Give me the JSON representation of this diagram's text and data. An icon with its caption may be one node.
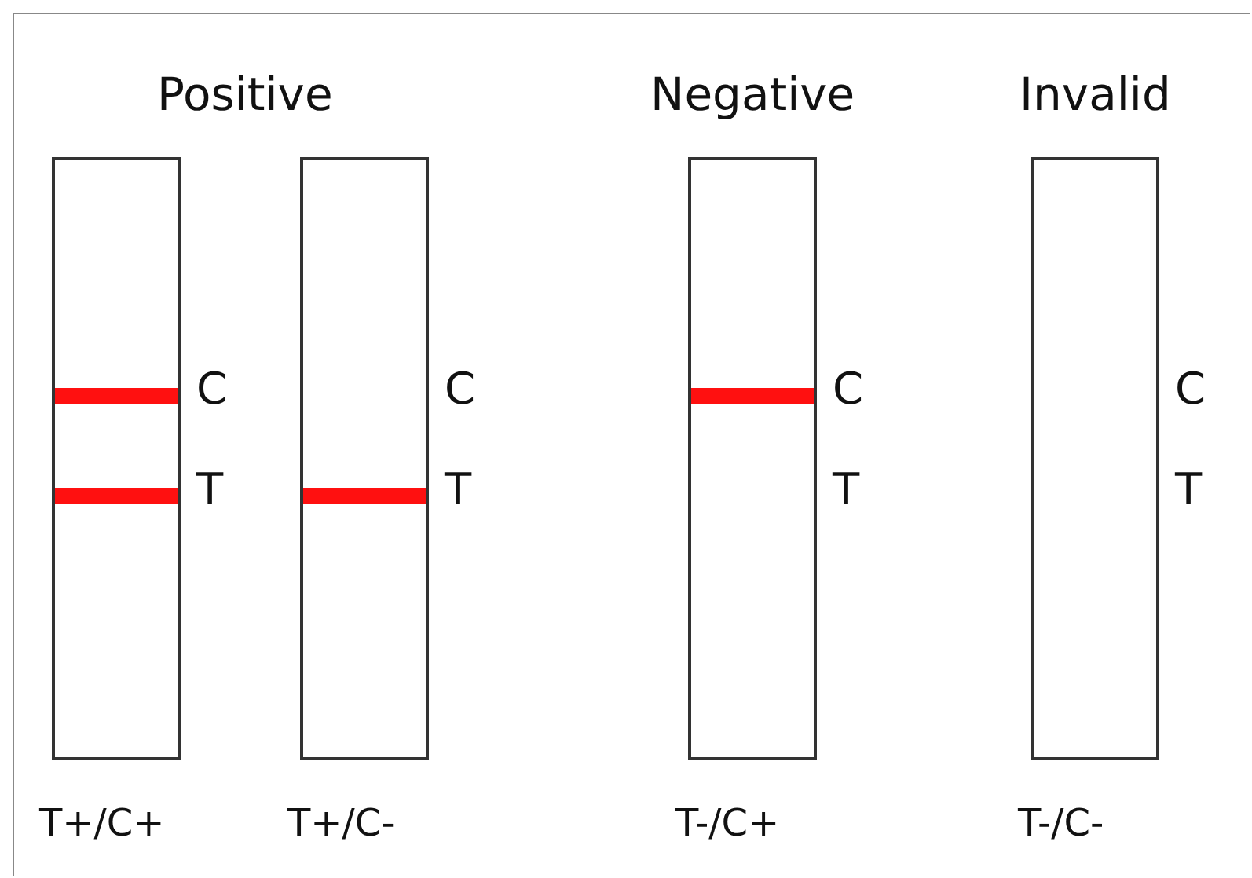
{
  "diagram": {
    "nodes": [
      {
        "text": [],
        "shape": "box",
        "beside": [
          "T+/C+"
        ]
      },
      {
        "text": [],
        "shape": "bar",
        "in": 0,
        "beside": [
          "C"
        ]
      },
      {
        "text": [],
        "shape": "bar",
        "in": 0,
        "beside": [
          "T"
        ]
      },
      {
        "text": [],
        "shape": "box",
        "beside": [
          "C",
          "T+/C-"
        ]
      },
      {
        "text": [],
        "shape": "bar",
        "in": 3,
        "beside": [
          "T"
        ]
      },
      {
        "text": [],
        "shape": "box",
        "beside": [
          "T",
          "T-/C+"
        ]
      },
      {
        "text": [],
        "shape": "bar",
        "in": 5,
        "beside": [
          "C"
        ]
      },
      {
        "text": [],
        "shape": "box",
        "beside": [
          "C",
          "T",
          "T-/C-"
        ]
      }
    ],
    "labels": [
      "Positive",
      "Negative",
      "Invalid"
    ]
  }
}
